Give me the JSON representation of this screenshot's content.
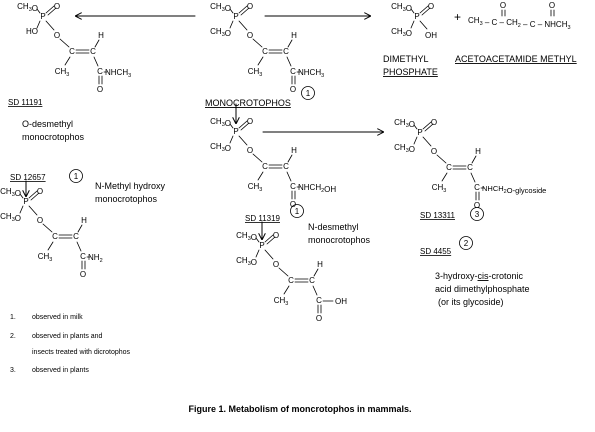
{
  "labels": {
    "sd_11191": "SD 11191",
    "o_desmethyl": [
      "O-desmethyl",
      "monocrotophos"
    ],
    "monocrotophos": "MONOCROTOPHOS",
    "dimethyl_phosphate": [
      "DIMETHYL",
      "PHOSPHATE"
    ],
    "acetoacetamide": "ACETOACETAMIDE METHYL",
    "plus": "+",
    "sd_12657": "SD 12657",
    "n_methyl_hydroxy": [
      "N-Methyl hydroxy",
      "monocrotophos"
    ],
    "sd_11319": "SD 11319",
    "n_desmethyl": [
      "N-desmethyl",
      "monocrotophos"
    ],
    "sd_13311": "SD 13311",
    "sd_4455": "SD 4455",
    "hydroxy_crotonic": [
      "3-hydroxy-",
      "cis",
      "-crotonic",
      "acid dimethylphosphate",
      "(or its glycoside)"
    ]
  },
  "circles": {
    "one": "1",
    "two": "2",
    "three": "3"
  },
  "notes": [
    {
      "num": "1.",
      "lines": [
        "observed in milk"
      ]
    },
    {
      "num": "2.",
      "lines": [
        "observed in plants  and",
        "insects treated with dicrotophos"
      ]
    },
    {
      "num": "3.",
      "lines": [
        "observed in plants"
      ]
    }
  ],
  "caption": "Figure 1.  Metabolism of moncrotophos in mammals.",
  "chem": {
    "ch3o": "CH3O",
    "p": "P",
    "o": "O",
    "ho": "HO",
    "oh": "OH",
    "c": "C",
    "ch3": "CH3",
    "h": "H",
    "nhch3": "NHCH3",
    "nhch2oh": "NHCH2OH",
    "nhch2o_gly": "NHCH2O-glycoside",
    "nh2": "NH2",
    "c_oh": "C  -  OH",
    "acetoacetamide_formula": "CH3 – C – CH2 – C – NHCH3"
  }
}
